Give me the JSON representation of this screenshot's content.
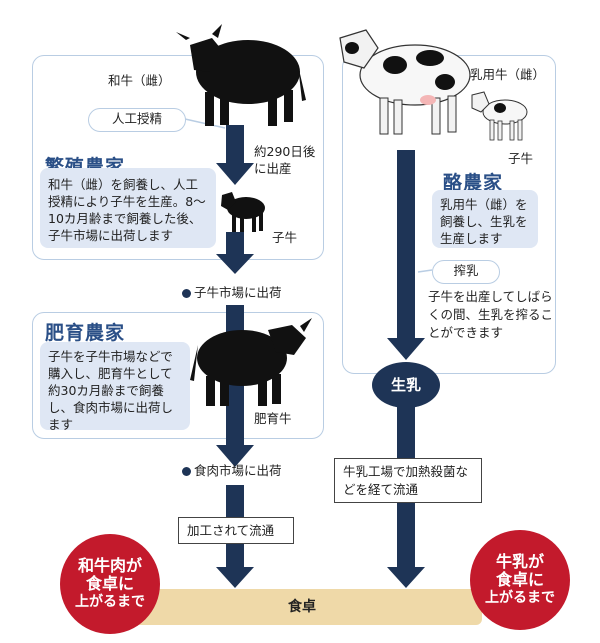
{
  "labels": {
    "wagyu_female": "和牛（雌）",
    "artificial_insemination": "人工授精",
    "days_after": "約290日後\nに出産",
    "breeding_farm": "繁殖農家",
    "breeding_desc": "和牛（雌）を飼養し、人工授精により子牛を生産。8～10カ月齢まで飼養した後、子牛市場に出荷します",
    "calf_left": "子牛",
    "ship_calf_market": "子牛市場に出荷",
    "fattening_farm": "肥育農家",
    "fattening_desc": "子牛を子牛市場などで購入し、肥育牛として約30カ月齢まで飼養し、食肉市場に出荷します",
    "fattening_cattle": "肥育牛",
    "ship_meat_market": "食肉市場に出荷",
    "processed": "加工されて流通",
    "dairy_female": "乳用牛（雌）",
    "calf_right": "子牛",
    "dairy_farm": "酪農家",
    "dairy_desc": "乳用牛（雌）を飼養し、生乳を生産します",
    "milking": "搾乳",
    "milking_desc": "子牛を出産してしばらくの間、生乳を搾ることができます",
    "raw_milk": "生乳",
    "milk_factory": "牛乳工場で加熱殺菌などを経て流通",
    "table": "食卓",
    "badge_left": [
      "和牛肉が",
      "食卓に",
      "上がるまで"
    ],
    "badge_right": [
      "牛乳が",
      "食卓に",
      "上がるまで"
    ]
  },
  "colors": {
    "arrow": "#1e3456",
    "heading": "#2a4f87",
    "panel_border": "#b9cde3",
    "info_bg": "#dfe7f4",
    "badge": "#c31a2c",
    "table": "#efd9a8"
  }
}
